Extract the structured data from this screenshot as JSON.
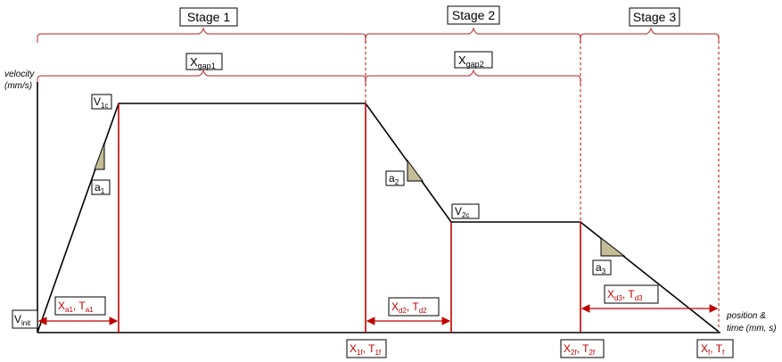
{
  "stages": {
    "s1": "Stage 1",
    "s2": "Stage 2",
    "s3": "Stage 3"
  },
  "gaps": {
    "g1": {
      "base": "X",
      "sub": "gap1"
    },
    "g2": {
      "base": "X",
      "sub": "gap2"
    }
  },
  "axes": {
    "y_line1": "velocity",
    "y_line2": "(mm/s)",
    "x_line1": "position &",
    "x_line2": "time (mm, s)"
  },
  "velocities": {
    "vinit": {
      "base": "V",
      "sub": "init"
    },
    "v1c": {
      "base": "V",
      "sub": "1c"
    },
    "v2c": {
      "base": "V",
      "sub": "2c"
    }
  },
  "accels": {
    "a1": {
      "base": "a",
      "sub": "1"
    },
    "a2": {
      "base": "a",
      "sub": "2"
    },
    "a3": {
      "base": "a",
      "sub": "3"
    }
  },
  "intervals": {
    "xa1": {
      "b1": "X",
      "s1": "a1",
      "mid": ", T",
      "s2": "a1"
    },
    "xd2": {
      "b1": "X",
      "s1": "d2",
      "mid": ", T",
      "s2": "d2"
    },
    "xd3": {
      "b1": "X",
      "s1": "d3",
      "mid": ", T",
      "s2": "d3"
    }
  },
  "finals": {
    "x1f": {
      "b1": "X",
      "s1": "1f",
      "mid": ", T",
      "s2": "1f"
    },
    "x2f": {
      "b1": "X",
      "s1": "2f",
      "mid": ", T",
      "s2": "2f"
    },
    "xf": {
      "b1": "X",
      "s1": "f",
      "mid": ", T",
      "s2": "f"
    }
  },
  "colors": {
    "profile": "#000000",
    "marker": "#c00000",
    "brace": "#c0504d",
    "triangle": "#c4bd97",
    "interval_arrow": "#c00000"
  }
}
